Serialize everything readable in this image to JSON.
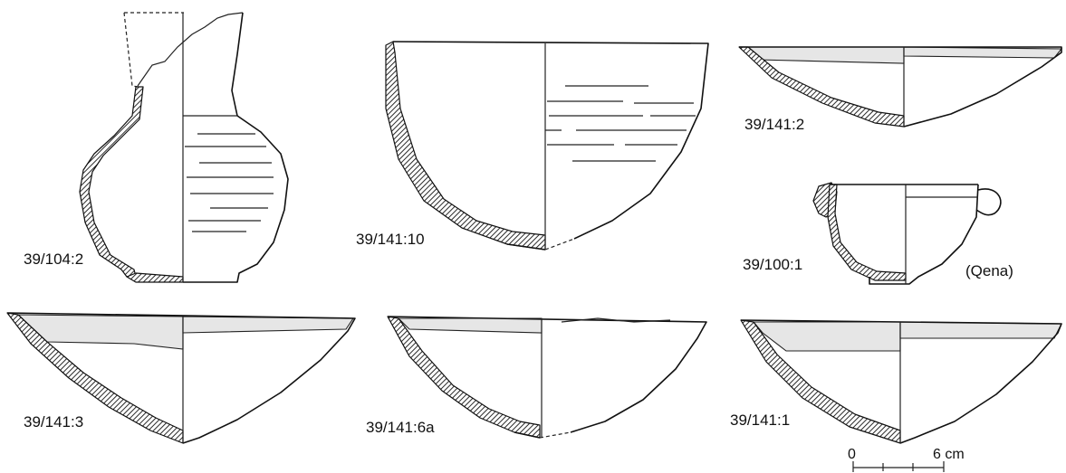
{
  "figure": {
    "vessel_labels": {
      "jar": "39/104:2",
      "deep_bowl": "39/141:10",
      "bowl_2": "39/141:2",
      "handled_cup": "39/100:1",
      "bowl_3": "39/141:3",
      "bowl_6a": "39/141:6a",
      "bowl_1": "39/141:1"
    },
    "note": "(Qena)",
    "scale_bar": {
      "start_label": "0",
      "end_label": "6 cm"
    }
  }
}
